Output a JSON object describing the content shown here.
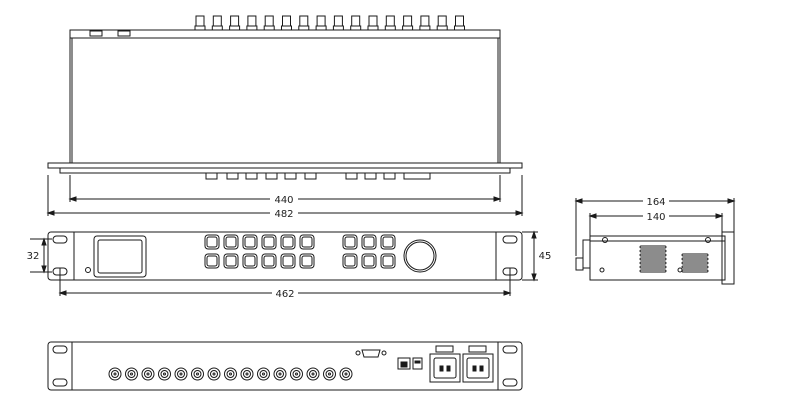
{
  "dimensions": {
    "inner_width": "440",
    "outer_width": "482",
    "front_height": "32",
    "panel_height": "45",
    "mount_span": "462",
    "side_depth": "164",
    "side_body": "140"
  },
  "colors": {
    "line": "#1a1a1a",
    "background": "#ffffff"
  },
  "icons": {
    "connector": "bnc-connector",
    "power": "iec-power-inlet",
    "serial": "db9-serial-port",
    "network": "rj45-port",
    "usb": "usb-port",
    "knob": "rotary-knob"
  }
}
